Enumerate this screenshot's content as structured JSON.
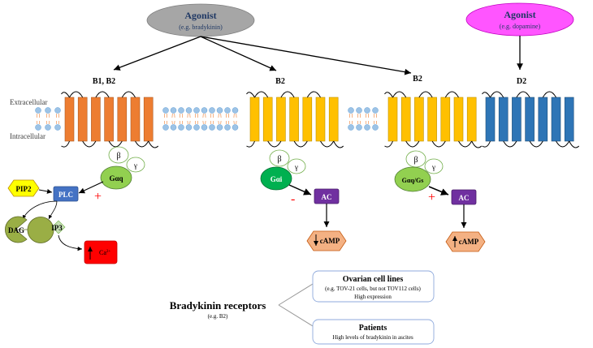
{
  "agonist_left": {
    "title": "Agonist",
    "subtitle": "(e.g. bradykinin)"
  },
  "agonist_right": {
    "title": "Agonist",
    "subtitle": "(e.g. dopamine)"
  },
  "receptor_labels": {
    "b1_b2": "B1, B2",
    "b2_middle": "B2",
    "b2_right": "B2",
    "d2": "D2"
  },
  "membrane_labels": {
    "extracellular": "Extracellular",
    "intracellular": "Intracellular"
  },
  "gproteins": {
    "left": {
      "beta": "β",
      "gamma": "γ",
      "alpha": "Gαq"
    },
    "middle": {
      "beta": "β",
      "gamma": "γ",
      "alpha": "Gαi"
    },
    "right": {
      "beta": "β",
      "gamma": "γ",
      "alpha": "Gαq/Gs"
    }
  },
  "effectors": {
    "pip2": "PIP2",
    "plc": "PLC",
    "dag": "DAG",
    "ip3": "IP3",
    "ca_prefix": "Ca",
    "ca_sup": "2+",
    "ac_middle": "AC",
    "camp_middle": "cAMP",
    "ac_right": "AC",
    "camp_right": "cAMP"
  },
  "signs": {
    "plus_left": "+",
    "minus_middle": "-",
    "plus_right": "+"
  },
  "bradykinin_receptors": {
    "title": "Bradykinin  receptors",
    "subtitle": "(e.g. B2)"
  },
  "ovarian_box": {
    "title": "Ovarian cell lines",
    "line1": "(e.g. TOV-21 cells, but not TOV112 cells)",
    "line2": "High expression"
  },
  "patients_box": {
    "title": "Patients",
    "line1": "High levels of bradykinin  in ascites"
  },
  "colors": {
    "orange_helix": "#ED7D31",
    "yellow_helix": "#FFC000",
    "blue_helix": "#2E75B6",
    "gray_ellipse": "#A6A6A6",
    "magenta_ellipse": "#FF55FF",
    "green_light": "#92D050",
    "green_dark": "#00B050",
    "plc_blue": "#4472C4",
    "ac_purple": "#7030A0",
    "pip2_yellow": "#FFFF00",
    "dag_olive": "#9AAE45",
    "ip3_green": "#C6E0B4",
    "camp_salmon": "#F4B183",
    "ca_red": "#FF0000",
    "sign_red": "#FF0000",
    "lipid_blue": "#9DC3E6"
  }
}
